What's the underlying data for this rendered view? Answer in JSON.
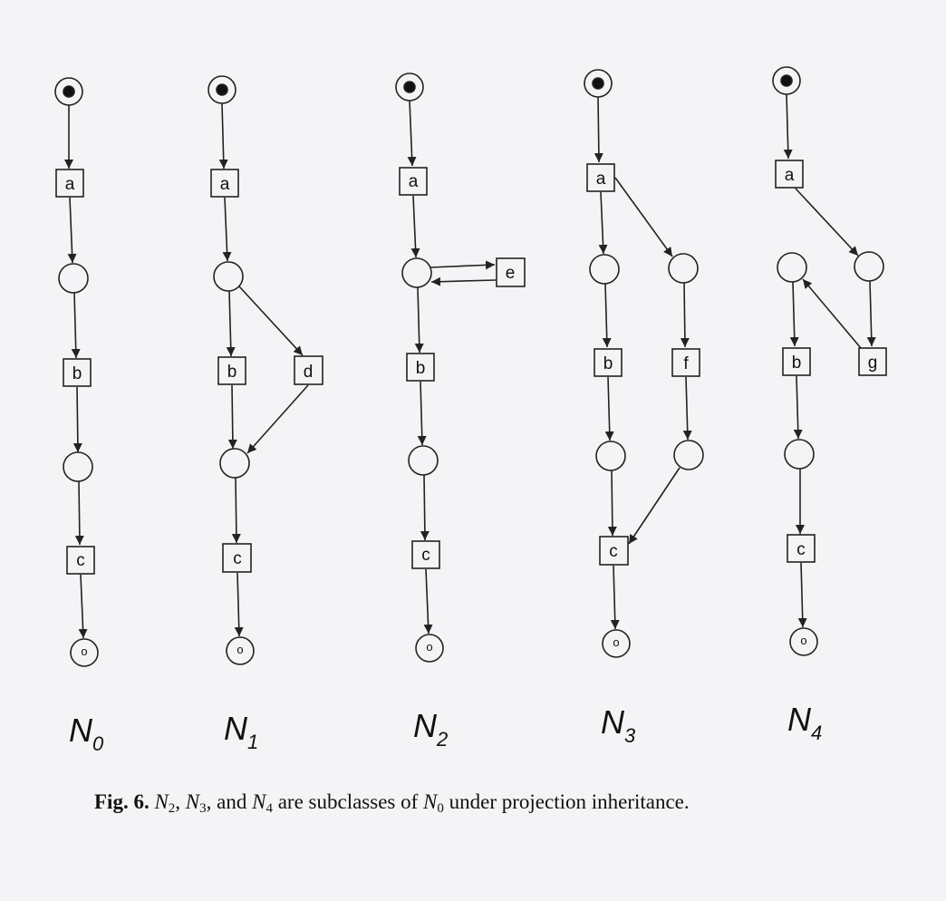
{
  "nets": [
    {
      "name": "N",
      "sub": "0",
      "transitions": [
        "a",
        "b",
        "c"
      ]
    },
    {
      "name": "N",
      "sub": "1",
      "transitions": [
        "a",
        "b",
        "d",
        "c"
      ]
    },
    {
      "name": "N",
      "sub": "2",
      "transitions": [
        "a",
        "e",
        "b",
        "c"
      ]
    },
    {
      "name": "N",
      "sub": "3",
      "transitions": [
        "a",
        "b",
        "f",
        "c"
      ]
    },
    {
      "name": "N",
      "sub": "4",
      "transitions": [
        "a",
        "g",
        "b",
        "c"
      ]
    }
  ],
  "final_place_label": "o",
  "caption": {
    "prefix": "Fig. 6.",
    "n": "N",
    "s2": "2",
    "s3": "3",
    "s4": "4",
    "s0": "0",
    "t1": ", ",
    "t2": ", and ",
    "t3": " are subclasses of ",
    "t4": " under projection inheritance."
  }
}
